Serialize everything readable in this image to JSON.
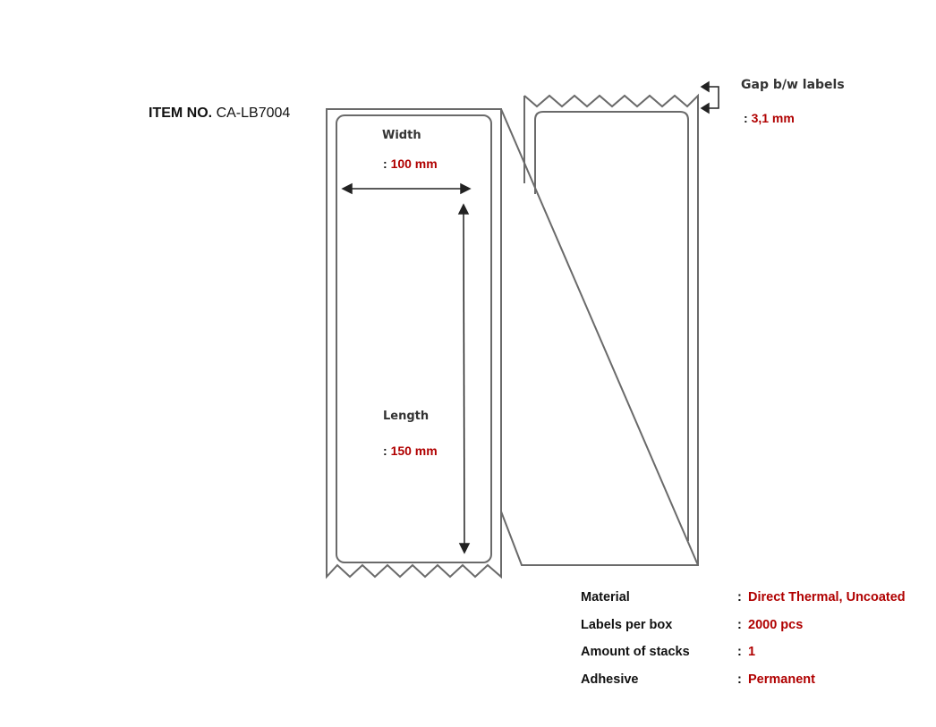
{
  "item": {
    "label": "ITEM NO.",
    "number": "CA-LB7004"
  },
  "dimensions": {
    "width": {
      "label": "Width",
      "prefix": ":",
      "value": "100 mm"
    },
    "length": {
      "label": "Length",
      "prefix": ":",
      "value": "150 mm"
    },
    "gap": {
      "label": "Gap b/w labels",
      "prefix": ":",
      "value": "3,1 mm"
    }
  },
  "specs": [
    {
      "key": "Material",
      "sep": ":",
      "value": "Direct Thermal, Uncoated"
    },
    {
      "key": "Labels per box",
      "sep": ":",
      "value": "2000 pcs"
    },
    {
      "key": "Amount of stacks",
      "sep": ":",
      "value": "1"
    },
    {
      "key": "Adhesive",
      "sep": ":",
      "value": "Permanent"
    }
  ],
  "colors": {
    "value_red": "#b00000",
    "line_gray": "#666666",
    "text": "#111111"
  }
}
